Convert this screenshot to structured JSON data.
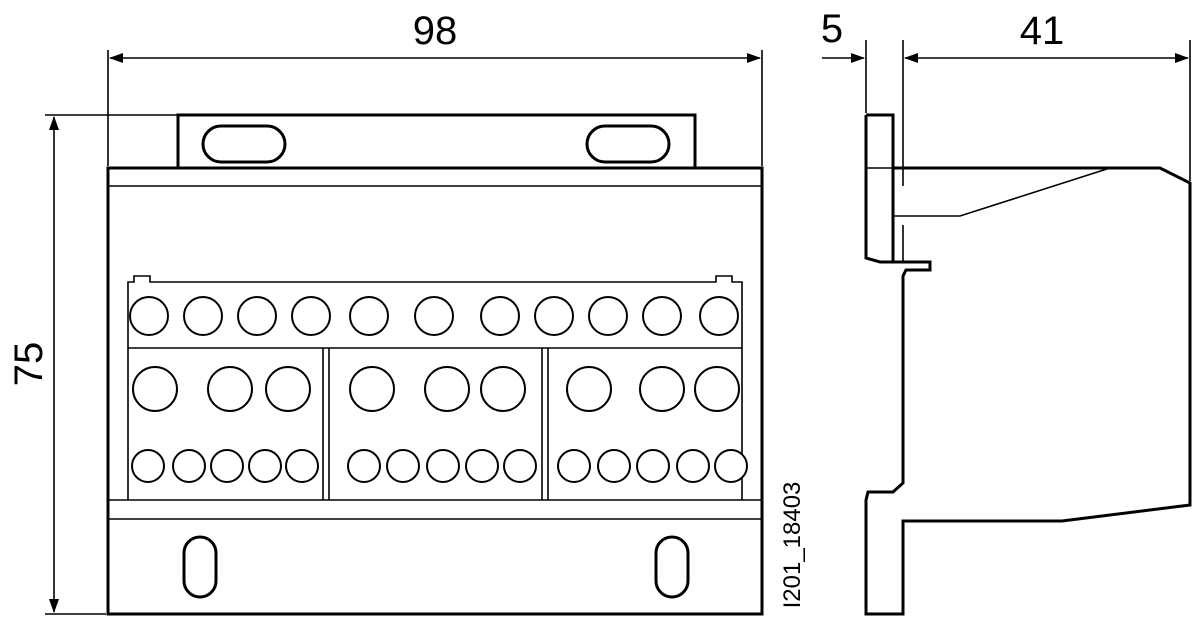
{
  "dimensions": {
    "width_label": "98",
    "height_label": "75",
    "offset_label": "5",
    "depth_label": "41"
  },
  "drawing_id": "I201_18403",
  "colors": {
    "line": "#000000",
    "background": "#ffffff"
  }
}
